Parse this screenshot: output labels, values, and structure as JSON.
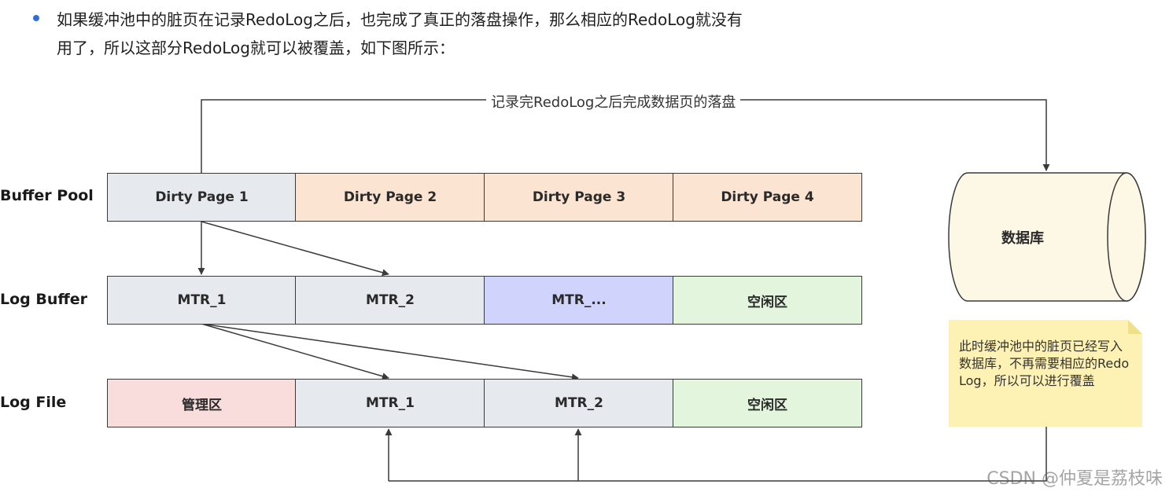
{
  "intro": {
    "line1": "如果缓冲池中的脏页在记录RedoLog之后，也完成了真正的落盘操作，那么相应的RedoLog就没有",
    "line2": "用了，所以这部分RedoLog就可以被覆盖，如下图所示："
  },
  "diagram": {
    "rows": [
      {
        "label": "Buffer Pool",
        "cells": [
          {
            "text": "Dirty Page 1",
            "fill": "#e6e9ed"
          },
          {
            "text": "Dirty Page 2",
            "fill": "#fbe5d2"
          },
          {
            "text": "Dirty Page 3",
            "fill": "#fbe5d2"
          },
          {
            "text": "Dirty Page 4",
            "fill": "#fbe5d2"
          }
        ]
      },
      {
        "label": "Log Buffer",
        "cells": [
          {
            "text": "MTR_1",
            "fill": "#e6e9ed"
          },
          {
            "text": "MTR_2",
            "fill": "#e6e9ed"
          },
          {
            "text": "MTR_...",
            "fill": "#d0d3fb"
          },
          {
            "text": "空闲区",
            "fill": "#e3f5dc"
          }
        ]
      },
      {
        "label": "Log File",
        "cells": [
          {
            "text": "管理区",
            "fill": "#f9dcdc"
          },
          {
            "text": "MTR_1",
            "fill": "#e6e9ed"
          },
          {
            "text": "MTR_2",
            "fill": "#e6e9ed"
          },
          {
            "text": "空闲区",
            "fill": "#e3f5dc"
          }
        ]
      }
    ],
    "flow_label": "记录完RedoLog之后完成数据页的落盘",
    "database_label": "数据库",
    "note_text": "此时缓冲池中的脏页已经写入数据库，不再需要相应的RedoLog，所以可以进行覆盖",
    "colors": {
      "line": "#3a3a3a",
      "database_fill": "#fdf8e6",
      "note_fill": "#fdf1b3",
      "note_fold": "#f1e08a"
    }
  },
  "watermark": "CSDN @仲夏是荔枝味"
}
